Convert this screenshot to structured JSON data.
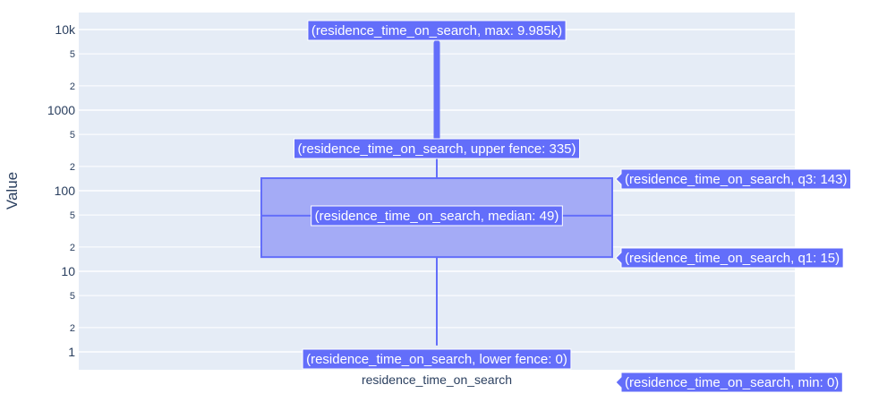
{
  "chart_data": {
    "type": "box",
    "title": "",
    "xlabel": "",
    "ylabel": "Value",
    "yscale": "log",
    "ylim": [
      0.7,
      15000
    ],
    "grid": true,
    "categories": [
      "residence_time_on_search"
    ],
    "box": {
      "name": "residence_time_on_search",
      "min": 0,
      "lower_fence": 0,
      "q1": 15,
      "median": 49,
      "q3": 143,
      "upper_fence": 335,
      "max": 9985,
      "outliers_range": [
        350,
        6800
      ]
    },
    "y_ticks": [
      {
        "value": 1,
        "label": "1",
        "major": true
      },
      {
        "value": 2,
        "label": "2",
        "major": false
      },
      {
        "value": 5,
        "label": "5",
        "major": false
      },
      {
        "value": 10,
        "label": "10",
        "major": true
      },
      {
        "value": 20,
        "label": "2",
        "major": false
      },
      {
        "value": 50,
        "label": "5",
        "major": false
      },
      {
        "value": 100,
        "label": "100",
        "major": true
      },
      {
        "value": 200,
        "label": "2",
        "major": false
      },
      {
        "value": 500,
        "label": "5",
        "major": false
      },
      {
        "value": 1000,
        "label": "1000",
        "major": true
      },
      {
        "value": 2000,
        "label": "2",
        "major": false
      },
      {
        "value": 5000,
        "label": "5",
        "major": false
      },
      {
        "value": 10000,
        "label": "10k",
        "major": true
      }
    ],
    "hover_labels": {
      "max": "(residence_time_on_search, max: 9.985k)",
      "upper_fence": "(residence_time_on_search, upper fence: 335)",
      "q3": "(residence_time_on_search, q3: 143)",
      "median": "(residence_time_on_search, median: 49)",
      "q1": "(residence_time_on_search, q1: 15)",
      "lower_fence": "(residence_time_on_search, lower fence: 0)",
      "min": "(residence_time_on_search, min: 0)"
    },
    "colors": {
      "plot_bg": "#e5ecf6",
      "grid": "#ffffff",
      "box_line": "#636efa",
      "box_fill": "#a4abf6",
      "hover_bg": "#636efa",
      "text": "#2a3f5f"
    }
  }
}
